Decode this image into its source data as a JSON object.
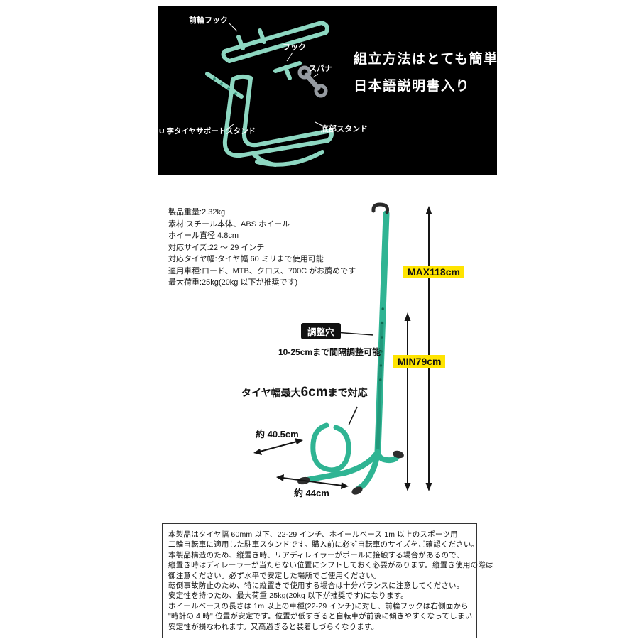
{
  "hero": {
    "part_labels": {
      "front_hook": "前輪フック",
      "hook": "フック",
      "spanner": "スパナ",
      "u_support": "U 字タイヤサポートスタンド",
      "bottom_stand": "底部スタンド"
    },
    "headline_line1": "組立方法はとても簡単",
    "headline_line2": "日本語説明書入り"
  },
  "specs": {
    "lines": [
      "製品重量:2.32kg",
      "素材:スチール本体、ABS ホイール",
      "ホイール直径 4.8cm",
      "対応サイズ:22 〜 29 インチ",
      "対応タイヤ幅:タイヤ幅 60 ミリまで使用可能",
      "適用車種:ロード、MTB、クロス、700C がお薦めです",
      "最大荷重:25kg(20kg 以下が推奨です)"
    ]
  },
  "diagram": {
    "max_height_label": "MAX118cm",
    "min_height_label": "MIN79cm",
    "adjust_hole_label": "調整穴",
    "adjust_range_note": "10-25cmまで間隔調整可能",
    "tire_width_prefix": "タイヤ幅最大",
    "tire_width_value": "6cm",
    "tire_width_suffix": "まで対応",
    "base_depth_label": "約 40.5cm",
    "base_width_label": "約 44cm",
    "colors": {
      "stand_green": "#2fb493",
      "highlight_yellow": "#ffe400",
      "hero_parts_green": "#8dd7c1"
    }
  },
  "notes": {
    "lines": [
      "本製品はタイヤ幅 60mm 以下、22-29 インチ、ホイールベース 1m 以上のスポーツ用",
      "二輪自転車に適用した駐車スタンドです。購入前に必ず自転車のサイズをご確認ください。",
      "本製品構造のため、縦置き時、リアディレイラーがポールに接触する場合があるので、",
      "縦置き時はディレーラーが当たらない位置にシフトしておく必要があります。縦置き使用の際は",
      "御注意ください。必ず水平で安定した場所でご使用ください。",
      "転倒事故防止のため、特に縦置きで使用する場合は十分バランスに注意してください。",
      "安定性を持つため、最大荷重 25kg(20kg 以下が推奨です)になります。",
      "ホイールベースの長さは 1m 以上の車種(22-29 インチ)に対し、前輪フックは右側面から",
      "\"時計の 4 時\" 位置が安定です。位置が低すぎると自転車が前後に傾きやすくなってしまい",
      "安定性が損なわれます。又高過ぎると装着しづらくなります。"
    ]
  }
}
